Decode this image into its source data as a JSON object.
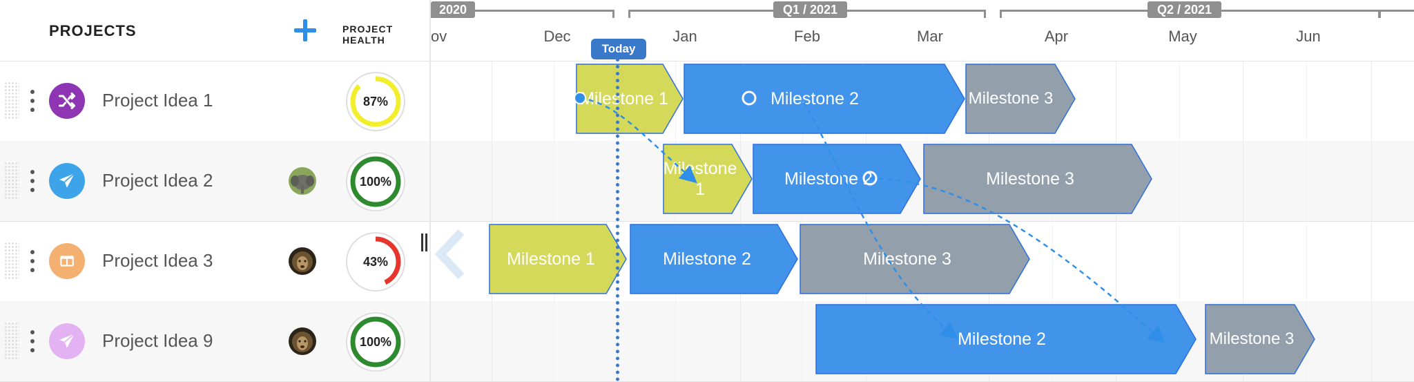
{
  "header": {
    "projects_label": "PROJECTS",
    "add_icon": "plus-icon",
    "health_label": "PROJECT HEALTH"
  },
  "timeline": {
    "year_label": "2020",
    "quarters": [
      {
        "label": "Q1 / 2021"
      },
      {
        "label": "Q2 / 2021"
      }
    ],
    "months": [
      "ov",
      "Dec",
      "Jan",
      "Feb",
      "Mar",
      "Apr",
      "May",
      "Jun"
    ],
    "today_label": "Today"
  },
  "projects": [
    {
      "name": "Project Idea 1",
      "icon": "shuffle-icon",
      "icon_color": "#8e35b4",
      "avatar": "",
      "health": "87%",
      "health_value": 0.87,
      "health_color": "#f2ee2b",
      "milestones": [
        {
          "label": "Milestone 1",
          "color": "#d4d95a"
        },
        {
          "label": "Milestone 2",
          "color": "#4294eb"
        },
        {
          "label": "Milestone 3",
          "color": "#939fab"
        }
      ]
    },
    {
      "name": "Project Idea 2",
      "icon": "send-icon",
      "icon_color": "#3da4ea",
      "avatar": "elephant-avatar",
      "health": "100%",
      "health_value": 1.0,
      "health_color": "#2e8a2e",
      "milestones": [
        {
          "label": "Milestone 1",
          "color": "#d4d95a"
        },
        {
          "label": "Milestone 2",
          "color": "#4294eb"
        },
        {
          "label": "Milestone 3",
          "color": "#939fab"
        }
      ]
    },
    {
      "name": "Project Idea 3",
      "icon": "board-icon",
      "icon_color": "#f4b071",
      "avatar": "lion-avatar",
      "health": "43%",
      "health_value": 0.43,
      "health_color": "#e5352d",
      "milestones": [
        {
          "label": "Milestone 1",
          "color": "#d4d95a"
        },
        {
          "label": "Milestone 2",
          "color": "#4294eb"
        },
        {
          "label": "Milestone 3",
          "color": "#939fab"
        }
      ]
    },
    {
      "name": "Project Idea 9",
      "icon": "send-icon",
      "icon_color": "#e3b2f2",
      "avatar": "lion-avatar",
      "health": "100%",
      "health_value": 1.0,
      "health_color": "#2e8a2e",
      "milestones": [
        {
          "label": "Milestone 2",
          "color": "#4294eb"
        },
        {
          "label": "Milestone 3",
          "color": "#939fab"
        }
      ]
    }
  ]
}
